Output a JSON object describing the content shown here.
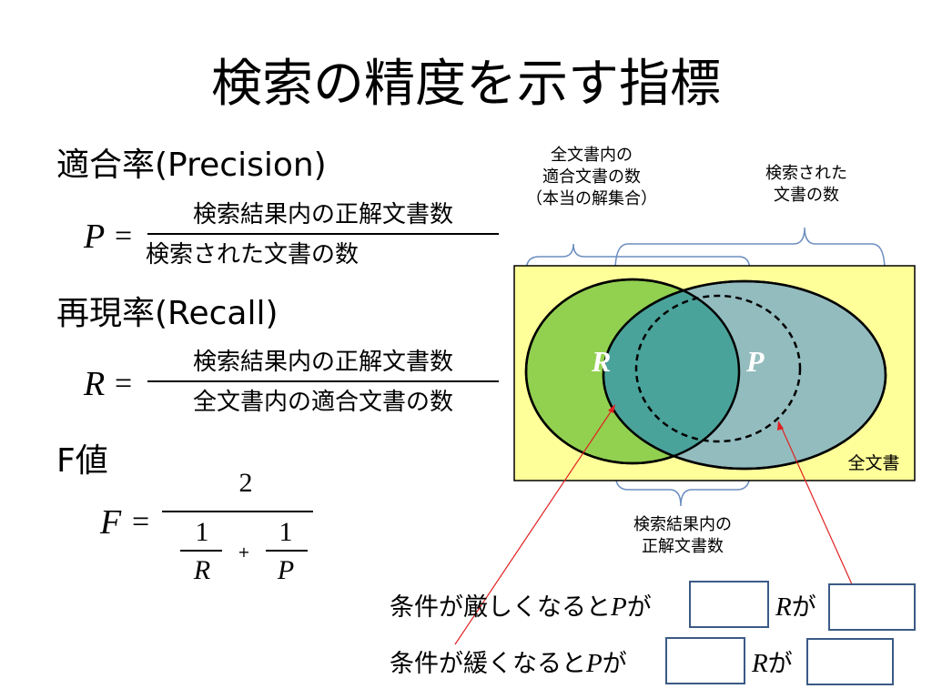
{
  "title": "検索の精度を示す指標",
  "precision": {
    "heading": "適合率(Precision)",
    "symbol": "P",
    "equals": "=",
    "numerator": "検索結果内の正解文書数",
    "denominator": "検索された文書の数"
  },
  "recall": {
    "heading": "再現率(Recall)",
    "symbol": "R",
    "equals": "=",
    "numerator": "検索結果内の正解文書数",
    "denominator": "全文書内の適合文書の数"
  },
  "fvalue": {
    "heading": "F値",
    "symbol": "F",
    "equals": "=",
    "numerator": "2",
    "one_a": "1",
    "den_a": "R",
    "plus": "+",
    "one_b": "1",
    "den_b": "P"
  },
  "diagram": {
    "label_relevant": [
      "全文書内の",
      "適合文書の数",
      "（本当の解集合）"
    ],
    "label_retrieved": [
      "検索された",
      "文書の数"
    ],
    "label_intersection": [
      "検索結果内の",
      "正解文書数"
    ],
    "label_all": "全文書",
    "circle_r": "R",
    "circle_p": "P",
    "colors": {
      "background_box": "#ffff99",
      "relevant_set": "#92d050",
      "retrieved_set": "#4e9aa1",
      "intersection": "#3f8f8a",
      "arrow": "#e02020",
      "brace": "#6c8ebf"
    }
  },
  "conditions": {
    "strict": {
      "prefix": "条件が厳しくなると",
      "p": "P",
      "ga1": "が",
      "r": "R",
      "ga2": "が"
    },
    "loose": {
      "prefix": "条件が緩くなると",
      "p": "P",
      "ga1": "が",
      "r": "R",
      "ga2": "が"
    }
  }
}
